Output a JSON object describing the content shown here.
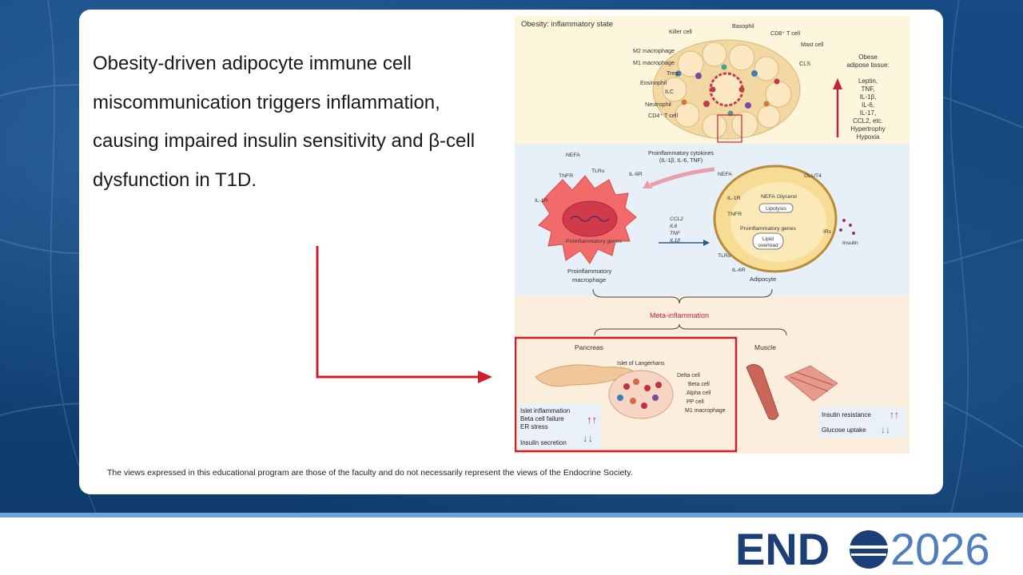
{
  "slide": {
    "headline": "Obesity-driven adipocyte immune cell miscommunication triggers inflammation, causing impaired insulin sensitivity and β-cell dysfunction in T1D.",
    "disclaimer": "The views expressed in this educational program are those of the faculty and do not necessarily represent the views of the Endocrine Society."
  },
  "logo": {
    "text_left": "END",
    "text_right": "2026",
    "color_dark": "#1d3f77",
    "color_light": "#4d7fbf"
  },
  "colors": {
    "accent_red": "#cc1f2d",
    "panel_yellow": "#fdf6dd",
    "panel_blue": "#e7f0f8",
    "panel_peach": "#fbeedc"
  },
  "figure": {
    "top_panel": {
      "title": "Obesity: inflammatory state",
      "cell_labels_left": [
        "Killer cell",
        "M2 macrophage",
        "M1 macrophage",
        "Treg",
        "Eosinophil",
        "ILC",
        "Neutrophil",
        "CD4⁺ T cell"
      ],
      "cell_labels_top": [
        "Basophil",
        "CD8⁺ T cell",
        "Mast cell",
        "CLS"
      ],
      "tissue_title_1": "Obese",
      "tissue_title_2": "adipose tissue:",
      "tissue_markers": [
        "Leptin,",
        "TNF,",
        "IL-1β,",
        "IL-6,",
        "IL-17,",
        "CCL2, etc.",
        "Hypertrophy",
        "Hypoxia"
      ]
    },
    "middle_panel": {
      "nefa_left": "NEFA",
      "tlrs_top": "TLRs",
      "tnfr_left": "TNFR",
      "il6r_left": "IL-6R",
      "il1r_left": "IL-1R",
      "proinflammatory_genes_left": "Proinflammatory genes",
      "cytokines_title_1": "Proinflammatory cytokines",
      "cytokines_title_2": "(IL-1β, IL-6, TNF)",
      "gene_list": [
        "CCL2",
        "IL6",
        "TNF",
        "IL1β"
      ],
      "nefa_right": "NEFA",
      "glut4": "GLUT4",
      "il1r_right": "IL-1R",
      "tnfr_right": "TNFR",
      "nefa_inner": "NEFA",
      "glycerol": "Glycerol",
      "lipolysis": "Lipolysis",
      "proinflammatory_genes_right": "Proinflammatory genes",
      "lipid_overload_1": "Lipid",
      "lipid_overload_2": "overload",
      "irs": "IRs",
      "insulin": "Insulin",
      "tlrs_bottom": "TLRs",
      "il6r_bottom": "IL-6R",
      "macrophage_label_1": "Proinflammatory",
      "macrophage_label_2": "macrophage",
      "adipocyte_label": "Adipocyte"
    },
    "bottom_panel": {
      "meta_inflammation": "Meta-inflammation",
      "pancreas": "Pancreas",
      "muscle": "Muscle",
      "islet": "Islet of Langerhans",
      "islet_cells": [
        "Delta cell",
        "Beta cell",
        "Alpha cell",
        "PP cell",
        "M1 macrophage"
      ],
      "pancreas_effects_up": [
        "Islet inflammation",
        "Beta cell failure",
        "ER stress"
      ],
      "pancreas_effect_down": "Insulin secretion",
      "muscle_effect_up": "Insulin resistance",
      "muscle_effect_down": "Glucose uptake"
    }
  }
}
